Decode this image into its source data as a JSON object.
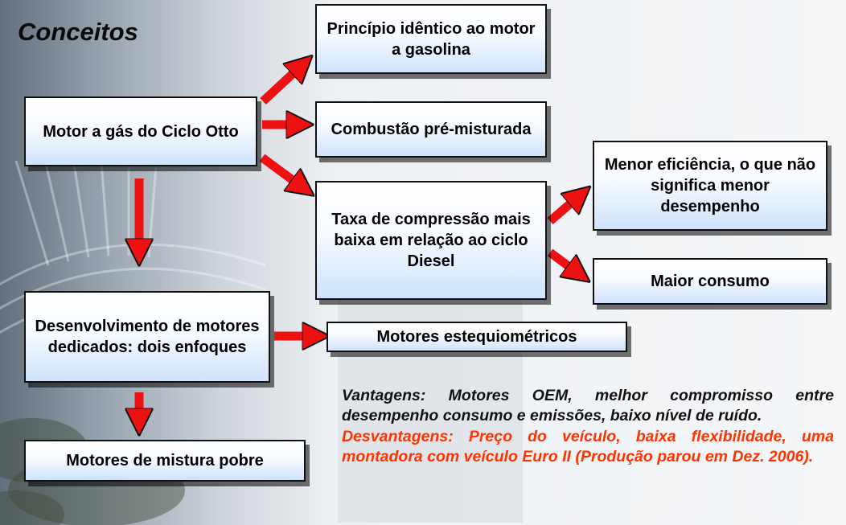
{
  "slide": {
    "title": "Conceitos"
  },
  "boxes": {
    "motor_gas": "Motor a gás do Ciclo Otto",
    "principio": "Princípio idêntico ao motor a gasolina",
    "combustao": "Combustão pré-misturada",
    "taxa": "Taxa de compressão mais baixa em relação ao ciclo Diesel",
    "menor_eficiencia": "Menor eficiência, o que não significa menor desempenho",
    "maior_consumo": "Maior consumo",
    "desenvolvimento": "Desenvolvimento de motores dedicados: dois enfoques",
    "estequiometricos": "Motores estequiométricos",
    "mistura_pobre": "Motores de mistura pobre"
  },
  "notes": {
    "vantagens": "Vantagens: Motores OEM, melhor compromisso entre desempenho consumo e emissões, baixo nível de ruído.",
    "desvantagens": "Desvantagens: Preço do veículo, baixa flexibilidade, uma montadora com veículo Euro II (Produção parou em Dez. 2006)."
  },
  "colors": {
    "arrow": "#ee1111",
    "disadvantage_text": "#ff3300",
    "box_gradient_bottom": "#cfe3fb"
  }
}
